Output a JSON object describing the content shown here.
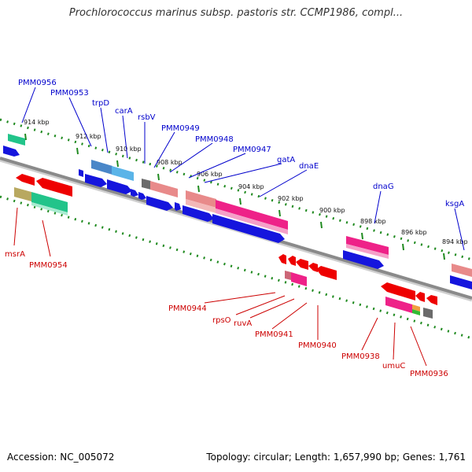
{
  "title": "Prochlorococcus marinus subsp. pastoris str. CCMP1986, compl...",
  "footer": {
    "accession": "Accession: NC_005072",
    "topology": "Topology: circular; Length: 1,657,990 bp; Genes: 1,761"
  },
  "colors": {
    "forward_label": "#0000cc",
    "reverse_label": "#cc0000",
    "backbone": "#8a8a8a",
    "tick": "#1f8a1f",
    "forward_gene": "#0000ee",
    "reverse_gene": "#ee0000"
  },
  "kbp_ticks": [
    "914 kbp",
    "912 kbp",
    "910 kbp",
    "908 kbp",
    "906 kbp",
    "904 kbp",
    "902 kbp",
    "900 kbp",
    "898 kbp",
    "896 kbp",
    "894 kbp"
  ],
  "forward_labels": [
    "PMM0956",
    "PMM0953",
    "trpD",
    "carA",
    "rsbV",
    "PMM0949",
    "PMM0948",
    "PMM0947",
    "gatA",
    "dnaE",
    "dnaG",
    "ksgA"
  ],
  "reverse_labels": [
    "msrA",
    "PMM0954",
    "PMM0944",
    "rpsO",
    "ruvA",
    "PMM0941",
    "PMM0940",
    "PMM0938",
    "umuC",
    "PMM0936"
  ]
}
